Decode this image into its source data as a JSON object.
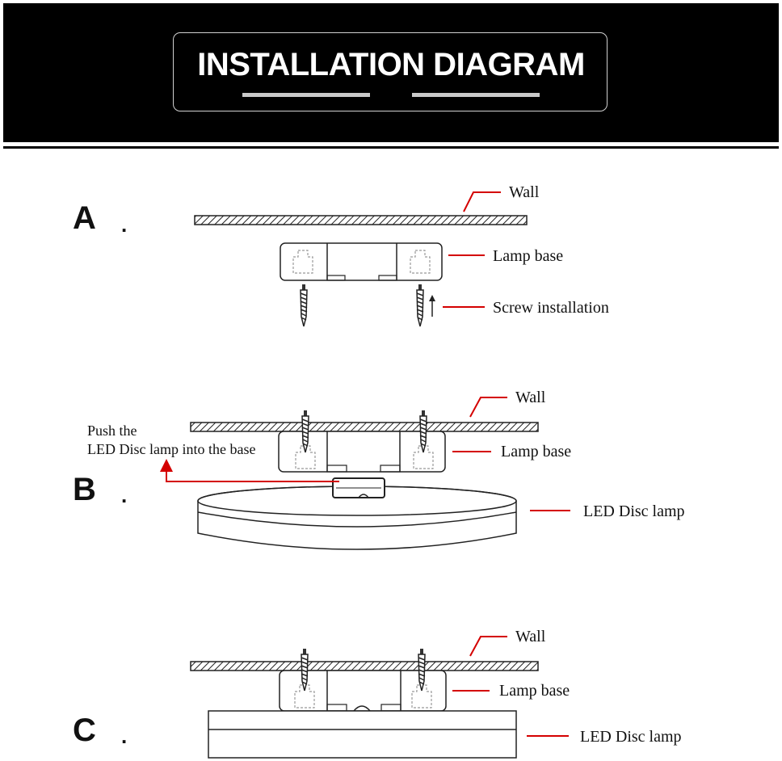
{
  "header": {
    "title": "INSTALLATION DIAGRAM"
  },
  "steps": [
    {
      "letter": "A",
      "dot": ".",
      "labels": {
        "wall": "Wall",
        "base": "Lamp base",
        "screw": "Screw installation"
      }
    },
    {
      "letter": "B",
      "dot": ".",
      "labels": {
        "wall": "Wall",
        "base": "Lamp base",
        "lamp": "LED Disc lamp"
      },
      "note": [
        "Push the",
        "LED Disc lamp into the base"
      ]
    },
    {
      "letter": "C",
      "dot": ".",
      "labels": {
        "wall": "Wall",
        "base": "Lamp base",
        "lamp": "LED Disc lamp"
      }
    }
  ],
  "colors": {
    "leader": "#d40000",
    "header_bg": "#000000",
    "line": "#222222"
  }
}
